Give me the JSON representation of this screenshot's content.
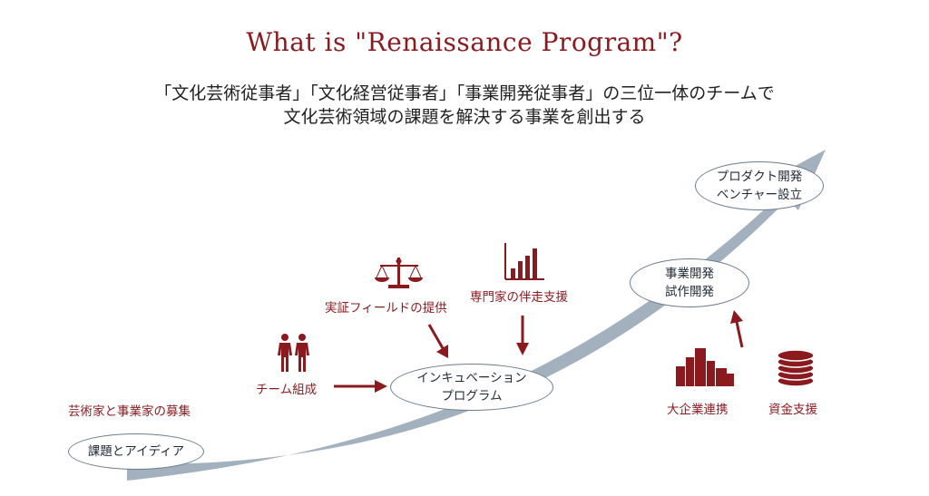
{
  "title": "What is \"Renaissance Program\"?",
  "subtitle_line1": "「文化芸術従事者」「文化経営従事者」「事業開発従事者」の三位一体のチームで",
  "subtitle_line2": "文化芸術領域の課題を解決する事業を創出する",
  "colors": {
    "accent": "#8b1a1f",
    "arrow": "#a3b1bf",
    "bubble_border": "#6b7c90"
  },
  "stages": {
    "ideas": "課題とアイディア",
    "incubation_1": "インキュベーション",
    "incubation_2": "プログラム",
    "dev_1": "事業開発",
    "dev_2": "試作開発",
    "venture_1": "プロダクト開発",
    "venture_2": "ベンチャー設立"
  },
  "labels": {
    "recruit": "芸術家と事業家の募集",
    "team": "チーム組成",
    "field": "実証フィールドの提供",
    "expert": "専門家の伴走支援",
    "corp": "大企業連携",
    "funding": "資金支援"
  },
  "icons": {
    "people": "people-icon",
    "scale": "scale-icon",
    "chart": "bar-chart-icon",
    "buildings": "buildings-icon",
    "coins": "coins-icon"
  }
}
